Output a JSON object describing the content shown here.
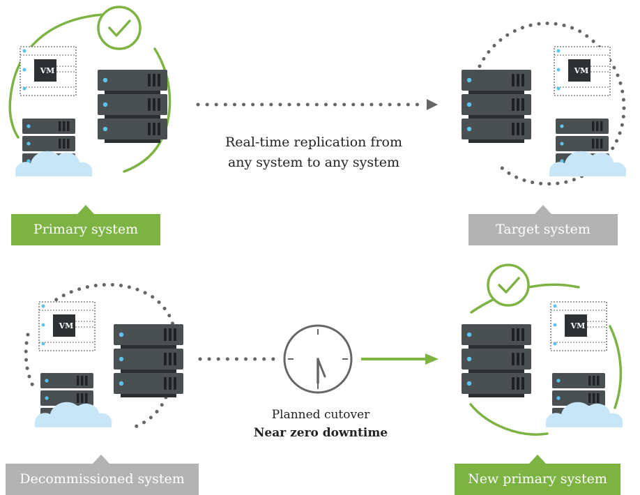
{
  "diagram": {
    "colors": {
      "green": "#7cb342",
      "gray": "#b3b3b3",
      "server": "#4a4f52",
      "cloud": "#c7e6f7",
      "led": "#5bc4ee",
      "dots": "#666666"
    },
    "icons": [
      "check-icon",
      "server-rack-icon",
      "vm-icon",
      "cloud-icon",
      "clock-icon",
      "arrow-right-icon"
    ],
    "vm_label": "VM",
    "top_caption": {
      "line1": "Real-time replication from",
      "line2": "any system to any system"
    },
    "bottom_caption": {
      "line1": "Planned cutover",
      "line2": "Near zero downtime"
    },
    "labels": {
      "primary": "Primary system",
      "target": "Target system",
      "decommissioned": "Decommissioned system",
      "new_primary": "New primary system"
    }
  }
}
